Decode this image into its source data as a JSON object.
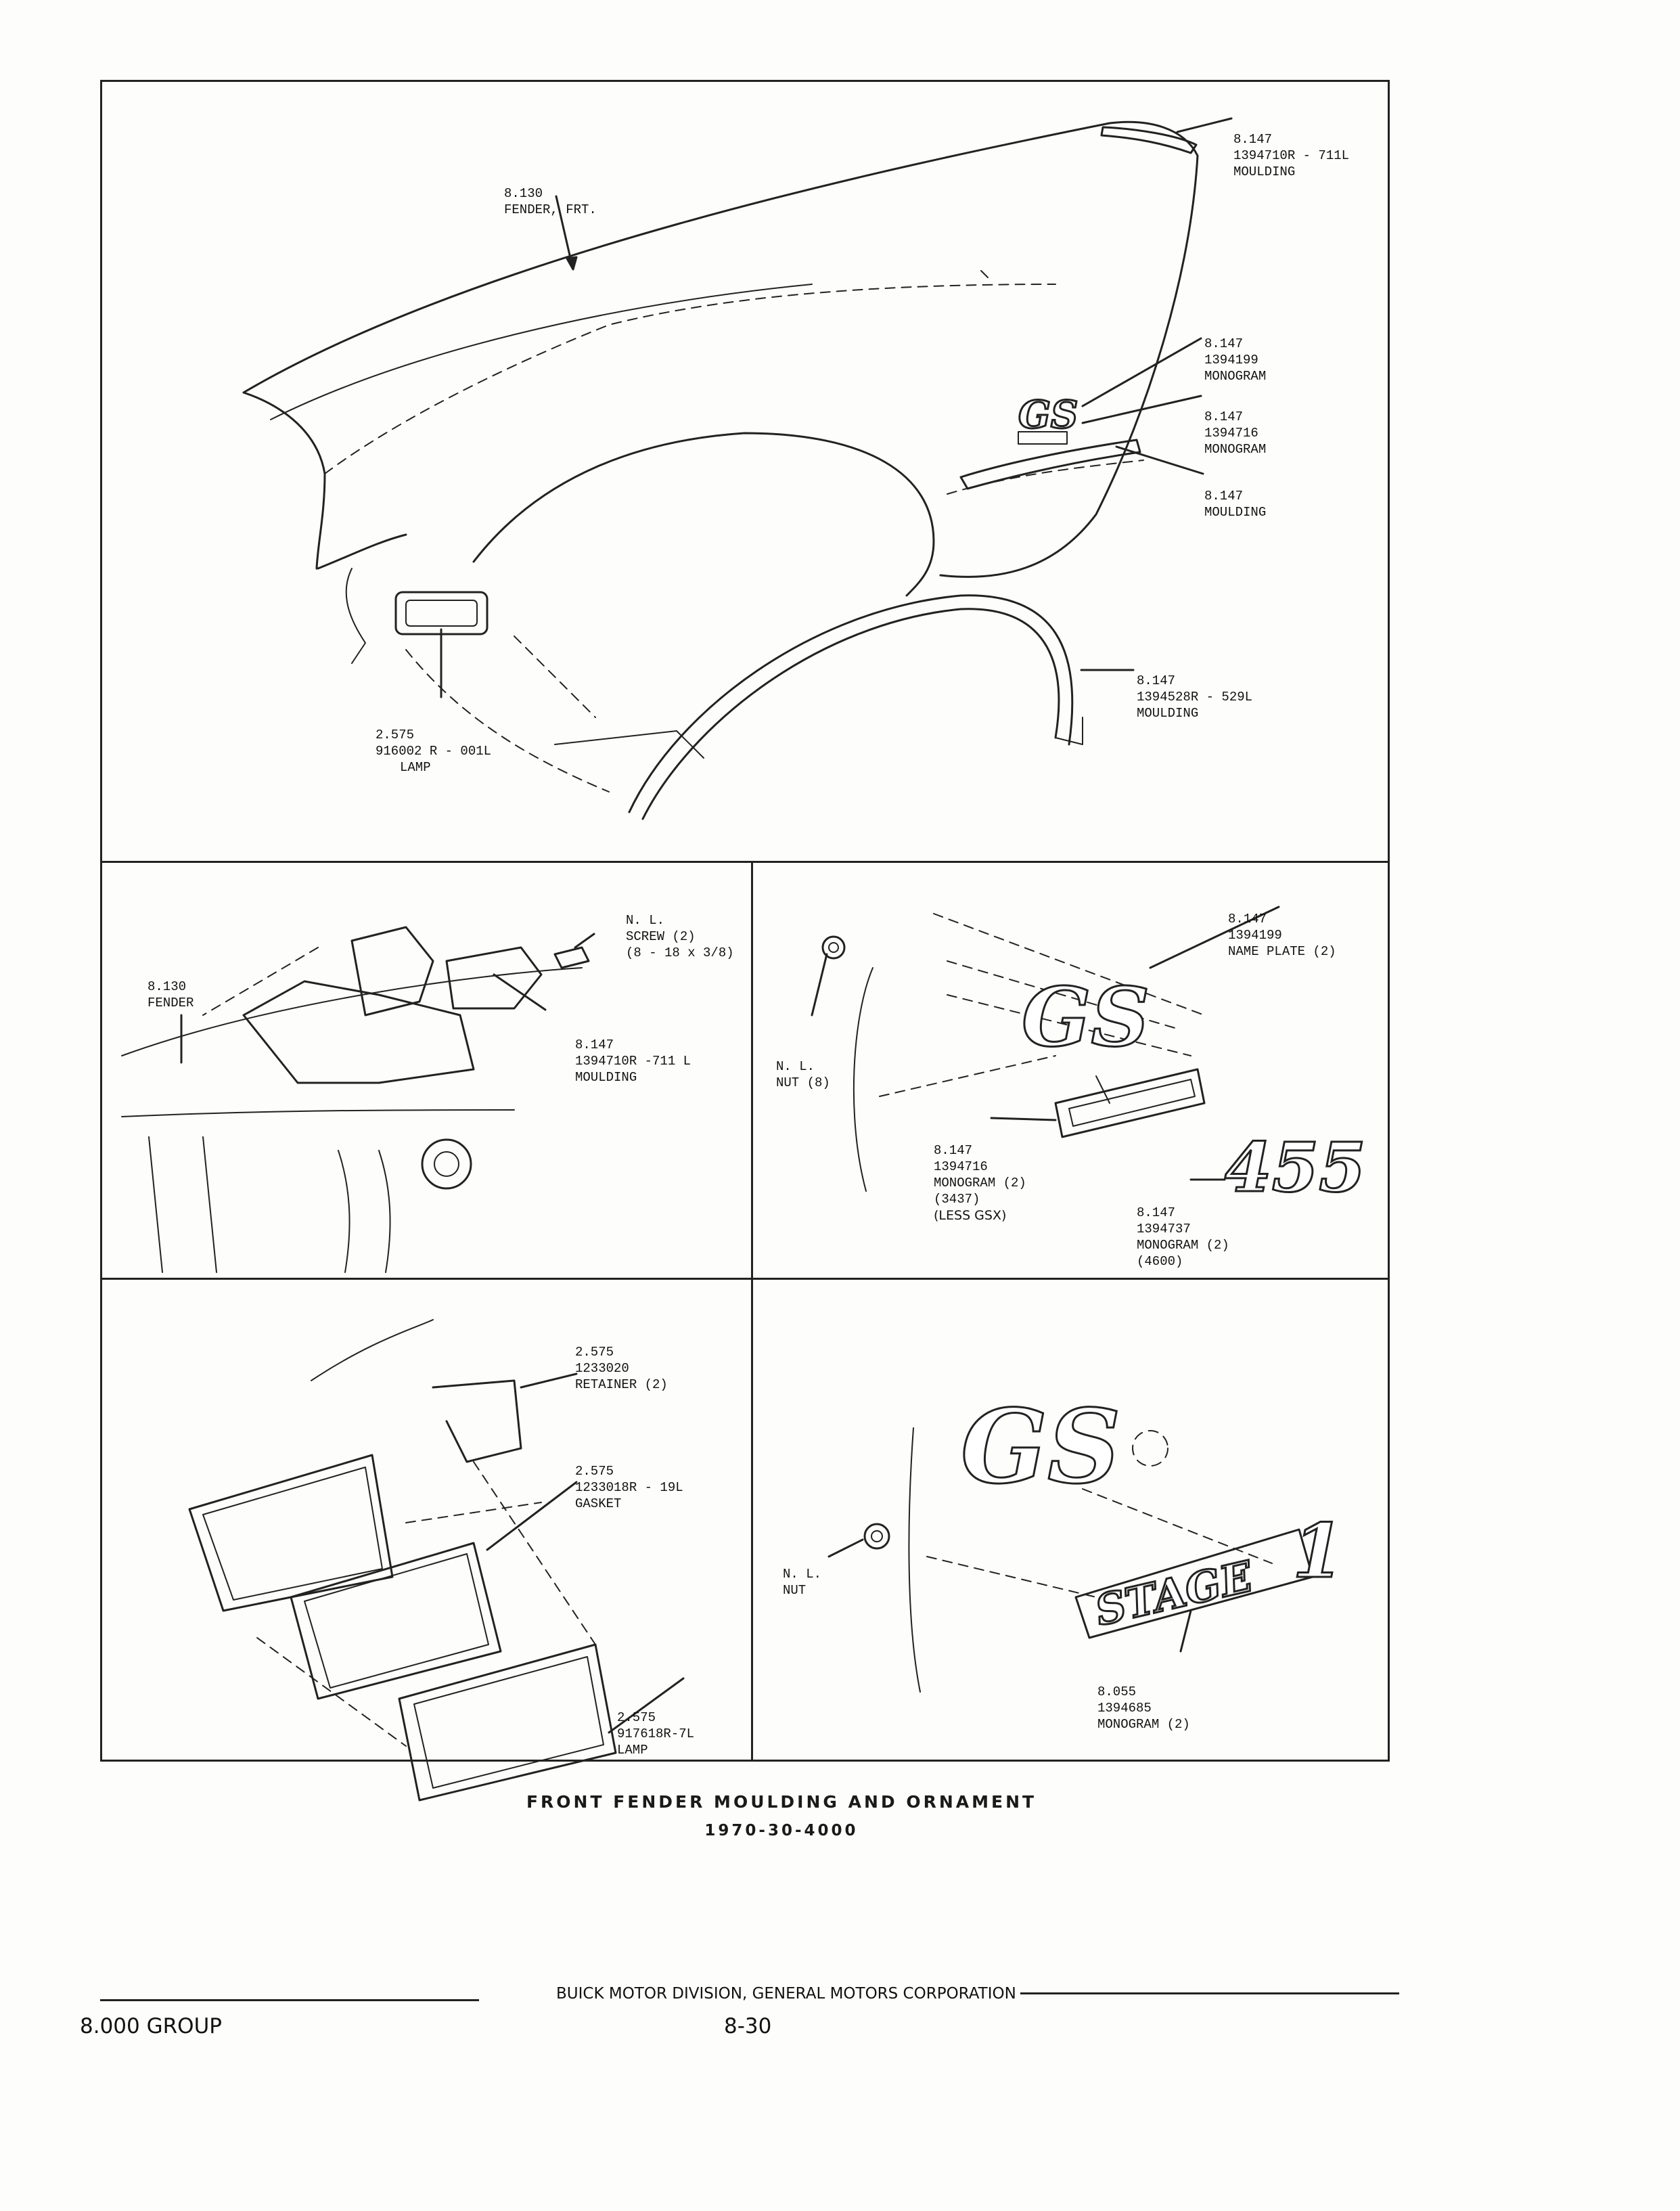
{
  "panels": {
    "top": {
      "fender_label": [
        "8.130",
        "FENDER, FRT."
      ],
      "moulding_top": [
        "8.147",
        "1394710R - 711L",
        "MOULDING"
      ],
      "monogram_gs": [
        "8.147",
        "1394199",
        "MONOGRAM"
      ],
      "monogram_plate": [
        "8.147",
        "1394716",
        "MONOGRAM"
      ],
      "moulding_side": [
        "8.147",
        "MOULDING"
      ],
      "moulding_wheel": [
        "8.147",
        "1394528R - 529L",
        "MOULDING"
      ],
      "lamp": [
        "2.575",
        "916002 R - 001L",
        "LAMP"
      ]
    },
    "middle_left": {
      "screw": [
        "N. L.",
        "SCREW (2)",
        "(8 - 18 x 3/8)"
      ],
      "fender": [
        "8.130",
        "FENDER"
      ],
      "moulding": [
        "8.147",
        "1394710R -711 L",
        "MOULDING"
      ]
    },
    "middle_right": {
      "name_plate": [
        "8.147",
        "1394199",
        "NAME PLATE (2)"
      ],
      "nut": [
        "N. L.",
        "NUT (8)"
      ],
      "monogram_plate": [
        "8.147",
        "1394716",
        "MONOGRAM (2)",
        "(3437)",
        "(LESS GSX)"
      ],
      "monogram_455": [
        "8.147",
        "1394737",
        "MONOGRAM (2)",
        "(4600)"
      ]
    },
    "bottom_left": {
      "retainer": [
        "2.575",
        "1233020",
        "RETAINER (2)"
      ],
      "gasket": [
        "2.575",
        "1233018R - 19L",
        "GASKET"
      ],
      "lamp": [
        "2.575",
        "917618R-7L",
        "LAMP"
      ]
    },
    "bottom_right": {
      "nut": [
        "N. L.",
        "NUT"
      ],
      "monogram": [
        "8.055",
        "1394685",
        "MONOGRAM (2)"
      ]
    }
  },
  "emblems": {
    "gs": "GS",
    "num": "455",
    "stage": "STAGE",
    "stage_num": "1"
  },
  "caption": {
    "title": "FRONT FENDER MOULDING AND ORNAMENT",
    "code": "1970-30-4000"
  },
  "footer": {
    "division": "BUICK MOTOR DIVISION, GENERAL MOTORS CORPORATION",
    "group": "8.000 GROUP",
    "page": "8-30"
  }
}
